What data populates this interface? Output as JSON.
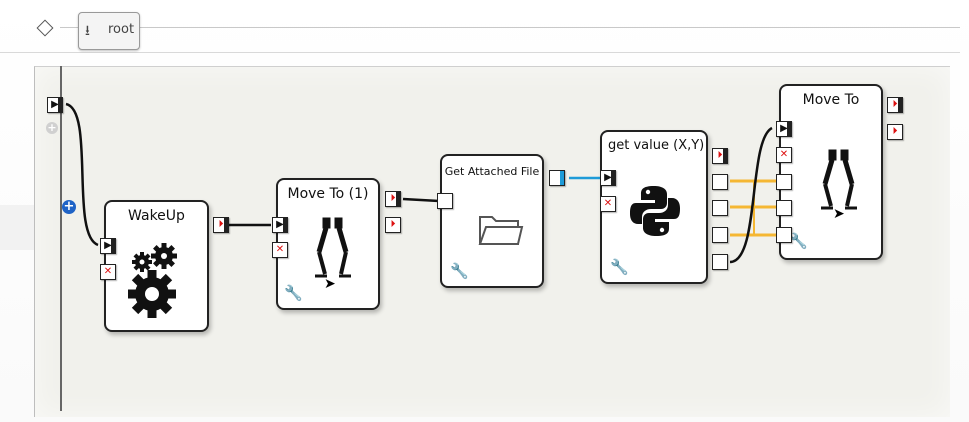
{
  "breadcrumb": {
    "root_label": "root"
  },
  "boxes": {
    "wakeup": {
      "title": "WakeUp"
    },
    "move_to_1": {
      "title": "Move To (1)"
    },
    "get_attached_file": {
      "title": "Get Attached File"
    },
    "get_value": {
      "title": "get value (X,Y)"
    },
    "move_to": {
      "title": "Move To"
    }
  },
  "icons": {
    "gear": "gear-icon",
    "walking_robot": "robot-legs-icon",
    "folder": "folder-icon",
    "python": "python-icon",
    "wrench": "wrench-icon"
  },
  "colors": {
    "wire_black": "#111111",
    "wire_blue": "#1e9bd8",
    "wire_orange": "#f5b733",
    "stop_red": "#d11111",
    "plus_blue": "#1f63c6",
    "canvas_bg": "#f1f1ec"
  }
}
